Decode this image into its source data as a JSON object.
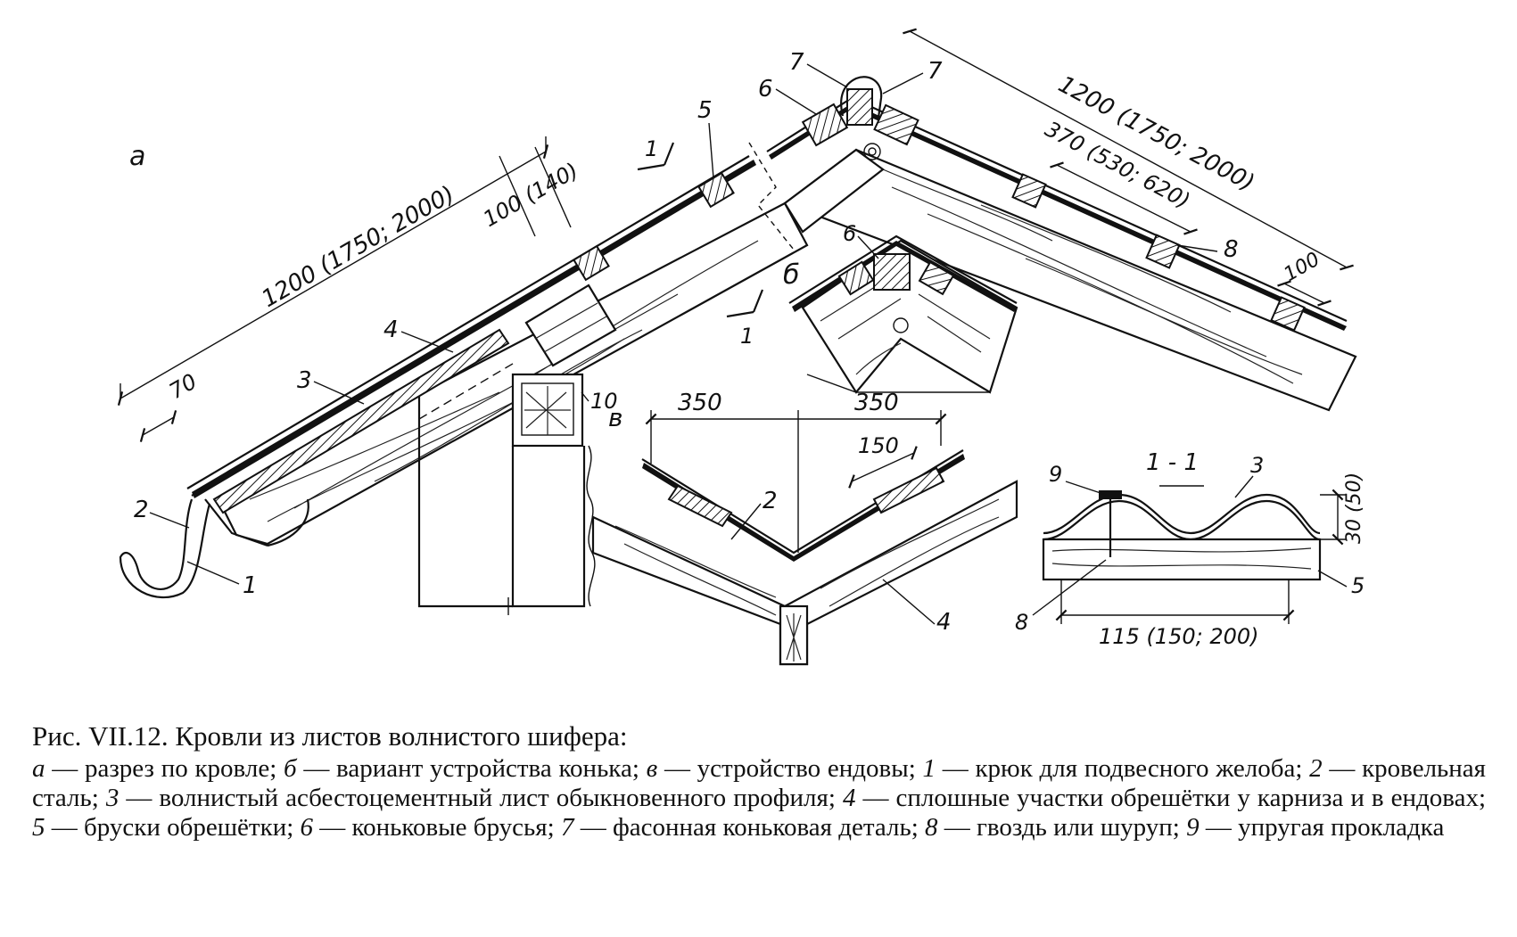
{
  "figure_labels": {
    "view_a": "а",
    "view_b": "б",
    "view_v": "в",
    "section": "1 - 1"
  },
  "dimensions": {
    "a_span": "1200 (1750; 2000)",
    "a_overhang": "70",
    "a_step": "100 (140)",
    "ridge_span": "1200 (1750; 2000)",
    "ridge_spacing": "370 (530; 620)",
    "ridge_end": "100",
    "valley_left": "350",
    "valley_right": "350",
    "valley_overlap": "150",
    "section_width": "115 (150; 200)",
    "section_height": "30 (50)"
  },
  "callouts": {
    "c1": "1",
    "c2": "2",
    "c3": "3",
    "c4": "4",
    "c5": "5",
    "c6": "6",
    "c7": "7",
    "c8": "8",
    "c9": "9",
    "c10": "10",
    "cut_1": "1"
  },
  "caption": {
    "title": "Рис. VII.12. Кровли из листов волнистого шифера:",
    "legend": [
      {
        "key": "а",
        "text": " — разрез по кровле; "
      },
      {
        "key": "б",
        "text": " — вариант устройства конька; "
      },
      {
        "key": "в",
        "text": " — устройство ендовы; "
      },
      {
        "key": "1",
        "text": " — крюк для подвесного желоба; "
      },
      {
        "key": "2",
        "text": " — кровельная сталь; "
      },
      {
        "key": "3",
        "text": " — волнистый асбестоцементный лист обыкновенного профиля; "
      },
      {
        "key": "4",
        "text": " — сплошные участки обрешётки у карниза и в ендовах; "
      },
      {
        "key": "5",
        "text": " — бруски обрешётки; "
      },
      {
        "key": "6",
        "text": " — коньковые брусья; "
      },
      {
        "key": "7",
        "text": " — фасонная коньковая деталь; "
      },
      {
        "key": "8",
        "text": " — гвоздь или шуруп; "
      },
      {
        "key": "9",
        "text": " — упругая прокладка"
      }
    ]
  }
}
